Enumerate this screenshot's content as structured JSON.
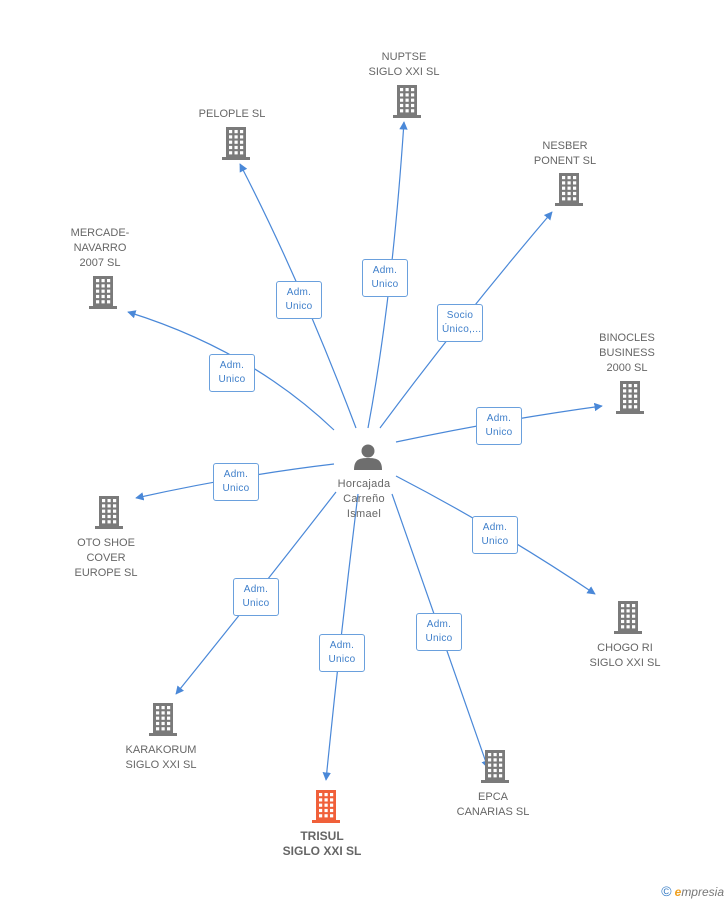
{
  "center": {
    "name": "Horcajada\nCarreño\nIsmael",
    "icon": "person-icon"
  },
  "companies": [
    {
      "id": "nuptse",
      "name": "NUPTSE\nSIGLO XXI SL",
      "role": "Adm.\nUnico",
      "color": "#7a7a7a",
      "highlight": false
    },
    {
      "id": "pelople",
      "name": "PELOPLE SL",
      "role": "Adm.\nUnico",
      "color": "#7a7a7a",
      "highlight": false
    },
    {
      "id": "nesber",
      "name": "NESBER\nPONENT SL",
      "role": "Socio\nÚnico,...",
      "color": "#7a7a7a",
      "highlight": false
    },
    {
      "id": "mercade",
      "name": "MERCADE-\nNAVARRO\n2007 SL",
      "role": "Adm.\nUnico",
      "color": "#7a7a7a",
      "highlight": false
    },
    {
      "id": "binocles",
      "name": "BINOCLES\nBUSINESS\n2000 SL",
      "role": "Adm.\nUnico",
      "color": "#7a7a7a",
      "highlight": false
    },
    {
      "id": "otoshoe",
      "name": "OTO SHOE\nCOVER\nEUROPE SL",
      "role": "Adm.\nUnico",
      "color": "#7a7a7a",
      "highlight": false
    },
    {
      "id": "chogori",
      "name": "CHOGO RI\nSIGLO XXI SL",
      "role": "Adm.\nUnico",
      "color": "#7a7a7a",
      "highlight": false
    },
    {
      "id": "karakorum",
      "name": "KARAKORUM\nSIGLO XXI SL",
      "role": "Adm.\nUnico",
      "color": "#7a7a7a",
      "highlight": false
    },
    {
      "id": "trisul",
      "name": "TRISUL\nSIGLO XXI SL",
      "role": "Adm.\nUnico",
      "color": "#f0603a",
      "highlight": true
    },
    {
      "id": "epca",
      "name": "EPCA\nCANARIAS SL",
      "role": "Adm.\nUnico",
      "color": "#7a7a7a",
      "highlight": false
    }
  ],
  "colors": {
    "edge": "#4a88d8",
    "building": "#7a7a7a",
    "building_highlight": "#f0603a",
    "person": "#6e6e6e"
  },
  "footer": {
    "copyright": "©",
    "brand_e": "e",
    "brand_rest": "mpresia"
  }
}
